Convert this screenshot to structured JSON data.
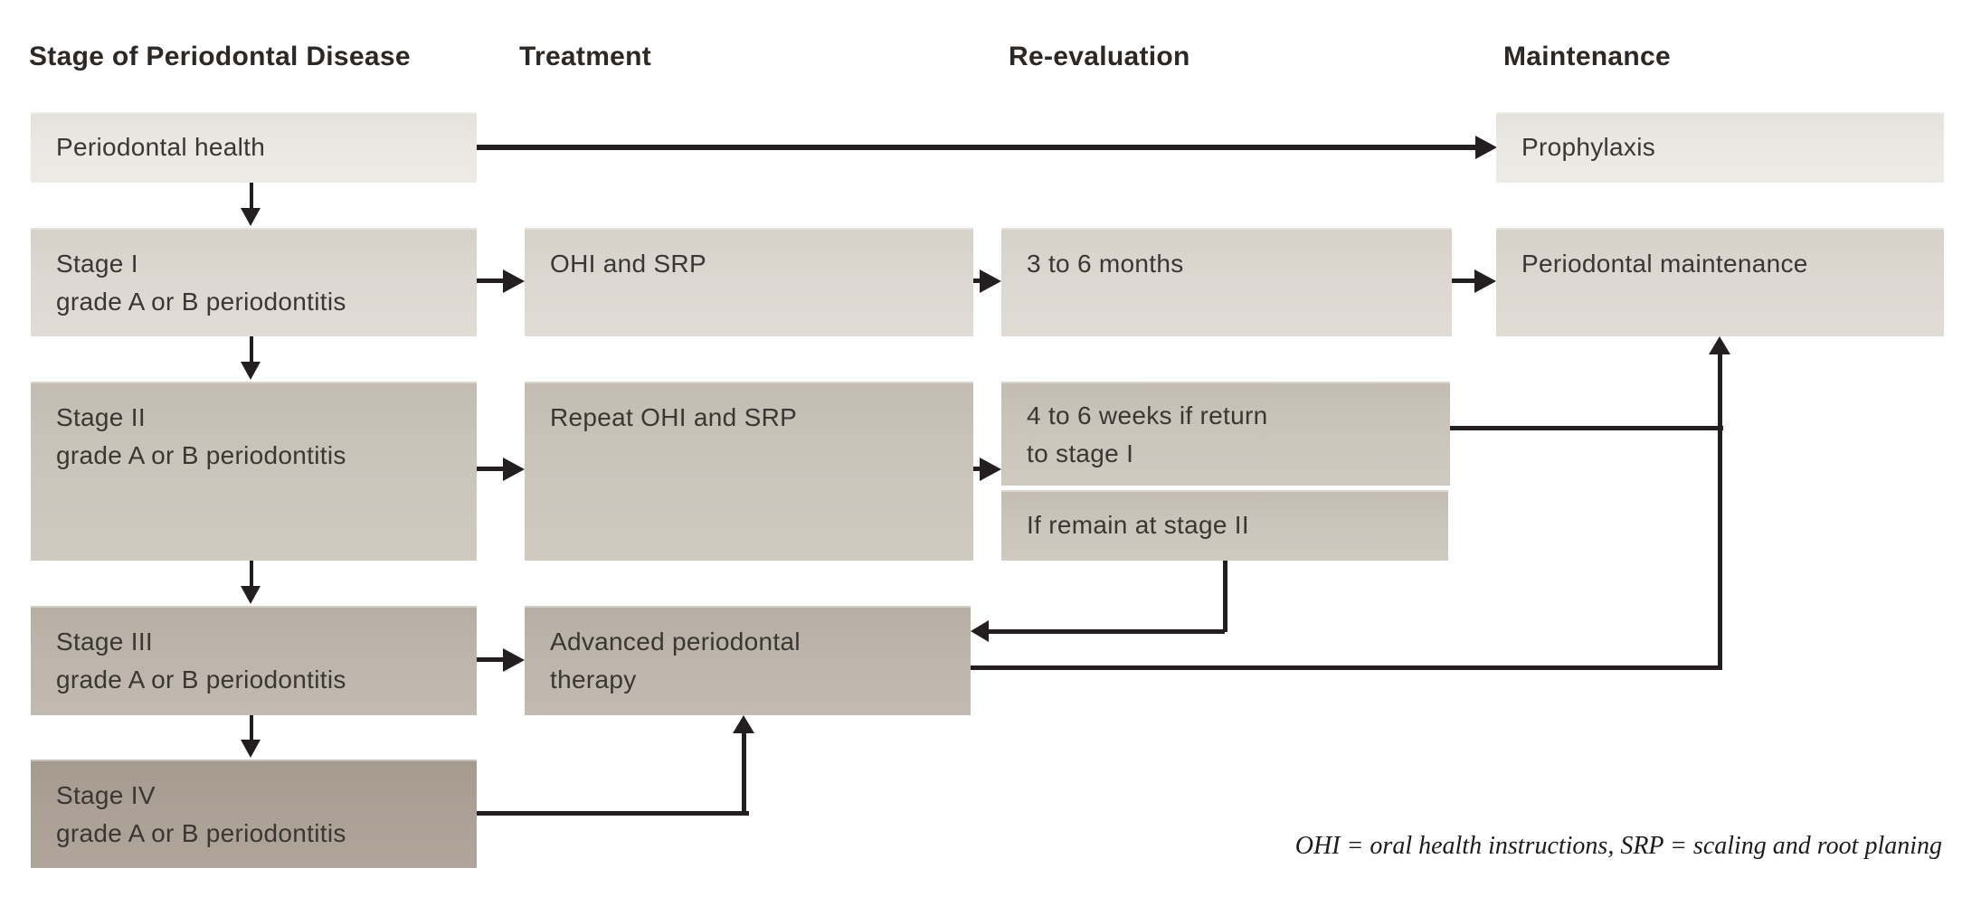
{
  "title_row": {
    "col1": "Stage of Periodontal Disease",
    "col2": "Treatment",
    "col3": "Re-evaluation",
    "col4": "Maintenance"
  },
  "boxes": {
    "periodontal_health": {
      "line1": "Periodontal health"
    },
    "prophylaxis": {
      "line1": "Prophylaxis"
    },
    "stage_1": {
      "line1": "Stage I",
      "line2": "grade A or B periodontitis"
    },
    "ohi_and_srp": {
      "line1": "OHI and SRP"
    },
    "three_to_six_months": {
      "line1": "3 to 6 months"
    },
    "periodontal_maintenance": {
      "line1": "Periodontal maintenance"
    },
    "stage_2": {
      "line1": "Stage II",
      "line2": "grade A or B periodontitis"
    },
    "repeat_ohi_and_srp": {
      "line1": "Repeat OHI and SRP"
    },
    "four_to_six_weeks": {
      "line1": "4 to 6 weeks if return",
      "line2": "to stage I"
    },
    "if_remain_stage_2": {
      "line1": "If remain at stage II"
    },
    "stage_3": {
      "line1": "Stage III",
      "line2": "grade A or B periodontitis"
    },
    "advanced_therapy": {
      "line1": "Advanced periodontal",
      "line2": "therapy"
    },
    "stage_4": {
      "line1": "Stage IV",
      "line2": "grade A or B periodontitis"
    }
  },
  "footnote": "OHI = oral health instructions, SRP = scaling and root planing",
  "colors": {
    "row_health": "#EAE8E3",
    "row_stage1": "#DCD8D1",
    "row_stage2": "#CAC4BB",
    "row_stage3": "#BDB5AB",
    "row_stage4": "#ABA095",
    "connector": "#231F20",
    "box_text": "#3A3633",
    "heading_text": "#2B2826"
  }
}
